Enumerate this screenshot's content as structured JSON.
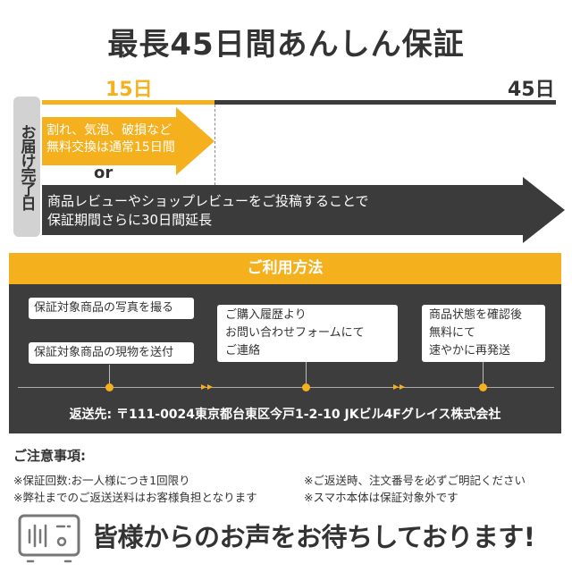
{
  "title": "最長45日間あんしん保証",
  "timeline": {
    "start_label": "15日",
    "end_label": "45日",
    "side_label": "お届け完了日"
  },
  "arrow_standard": {
    "line1": "割れ、気泡、破損など",
    "line2": "無料交換は通常15日間"
  },
  "or_label": "or",
  "arrow_extended": {
    "line1": "商品レビューやショップレビューをご投稿することで",
    "line2": "保証期間さらに30日間延長"
  },
  "usage": {
    "heading": "ご利用方法",
    "step1a": "保証対象商品の写真を撮る",
    "step1b": "保証対象商品の現物を送付",
    "step2": [
      "ご購入履歴より",
      "お問い合わせフォームにて",
      "ご連絡"
    ],
    "step3": [
      "商品状態を確認後",
      "無料にて",
      "速やかに再発送"
    ],
    "address": "返送先: 〒111-0024東京都台東区今戸1-2-10 JKビル4Fグレイス株式会社"
  },
  "notes": {
    "heading": "ご注意事項:",
    "items": [
      "※保証回数:お一人様につき1回限り",
      "※ご返送時、注文番号を必ずご明記ください",
      "※弊社までのご返送送料はお客様負担となります",
      "※スマホ本体は保証対象外です"
    ]
  },
  "voice": "皆様からのお声をお待ちしております!",
  "colors": {
    "accent": "#f5b01e",
    "dark": "#3d3d3d"
  }
}
